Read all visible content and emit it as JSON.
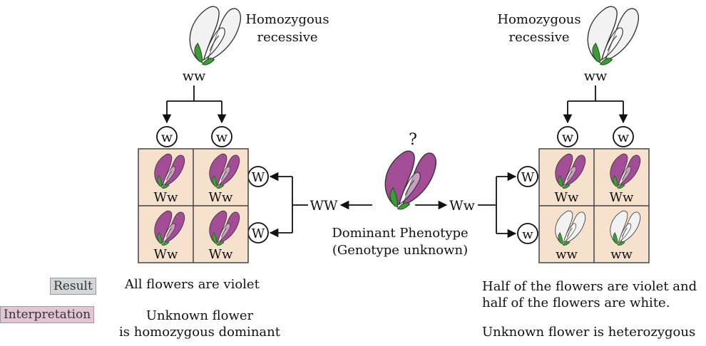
{
  "parents": {
    "left": {
      "label_line1": "Homozygous",
      "label_line2": "recessive",
      "genotype": "ww"
    },
    "right": {
      "label_line1": "Homozygous",
      "label_line2": "recessive",
      "genotype": "ww"
    }
  },
  "unknown": {
    "symbol": "?",
    "phenotype_line1": "Dominant Phenotype",
    "phenotype_line2": "(Genotype unknown)",
    "hypothesis_left": "WW",
    "hypothesis_right": "Ww"
  },
  "cross_left": {
    "gametes_top": [
      "w",
      "w"
    ],
    "gametes_side": [
      "W",
      "W"
    ],
    "cells": [
      "Ww",
      "Ww",
      "Ww",
      "Ww"
    ],
    "cell_colors": [
      "violet",
      "violet",
      "violet",
      "violet"
    ]
  },
  "cross_right": {
    "gametes_top": [
      "w",
      "w"
    ],
    "gametes_side": [
      "W",
      "w"
    ],
    "cells": [
      "Ww",
      "Ww",
      "ww",
      "ww"
    ],
    "cell_colors": [
      "violet",
      "violet",
      "white",
      "white"
    ]
  },
  "labels": {
    "result": "Result",
    "interpretation": "Interpretation"
  },
  "results": {
    "left_result": "All flowers are violet",
    "left_interp_line1": "Unknown flower",
    "left_interp_line2": "is homozygous dominant",
    "right_result_line1": "Half of the flowers are violet and",
    "right_result_line2": "half of the flowers are white.",
    "right_interp": "Unknown flower is heterozygous"
  },
  "colors": {
    "violet_flower": "#a24d96",
    "white_flower": "#f2f2f2",
    "leaf": "#3f9a3a",
    "cell_bg": "#f6e1cc",
    "result_tag_bg": "#d4d6d9",
    "interpretation_tag_bg": "#e3c5d4"
  }
}
